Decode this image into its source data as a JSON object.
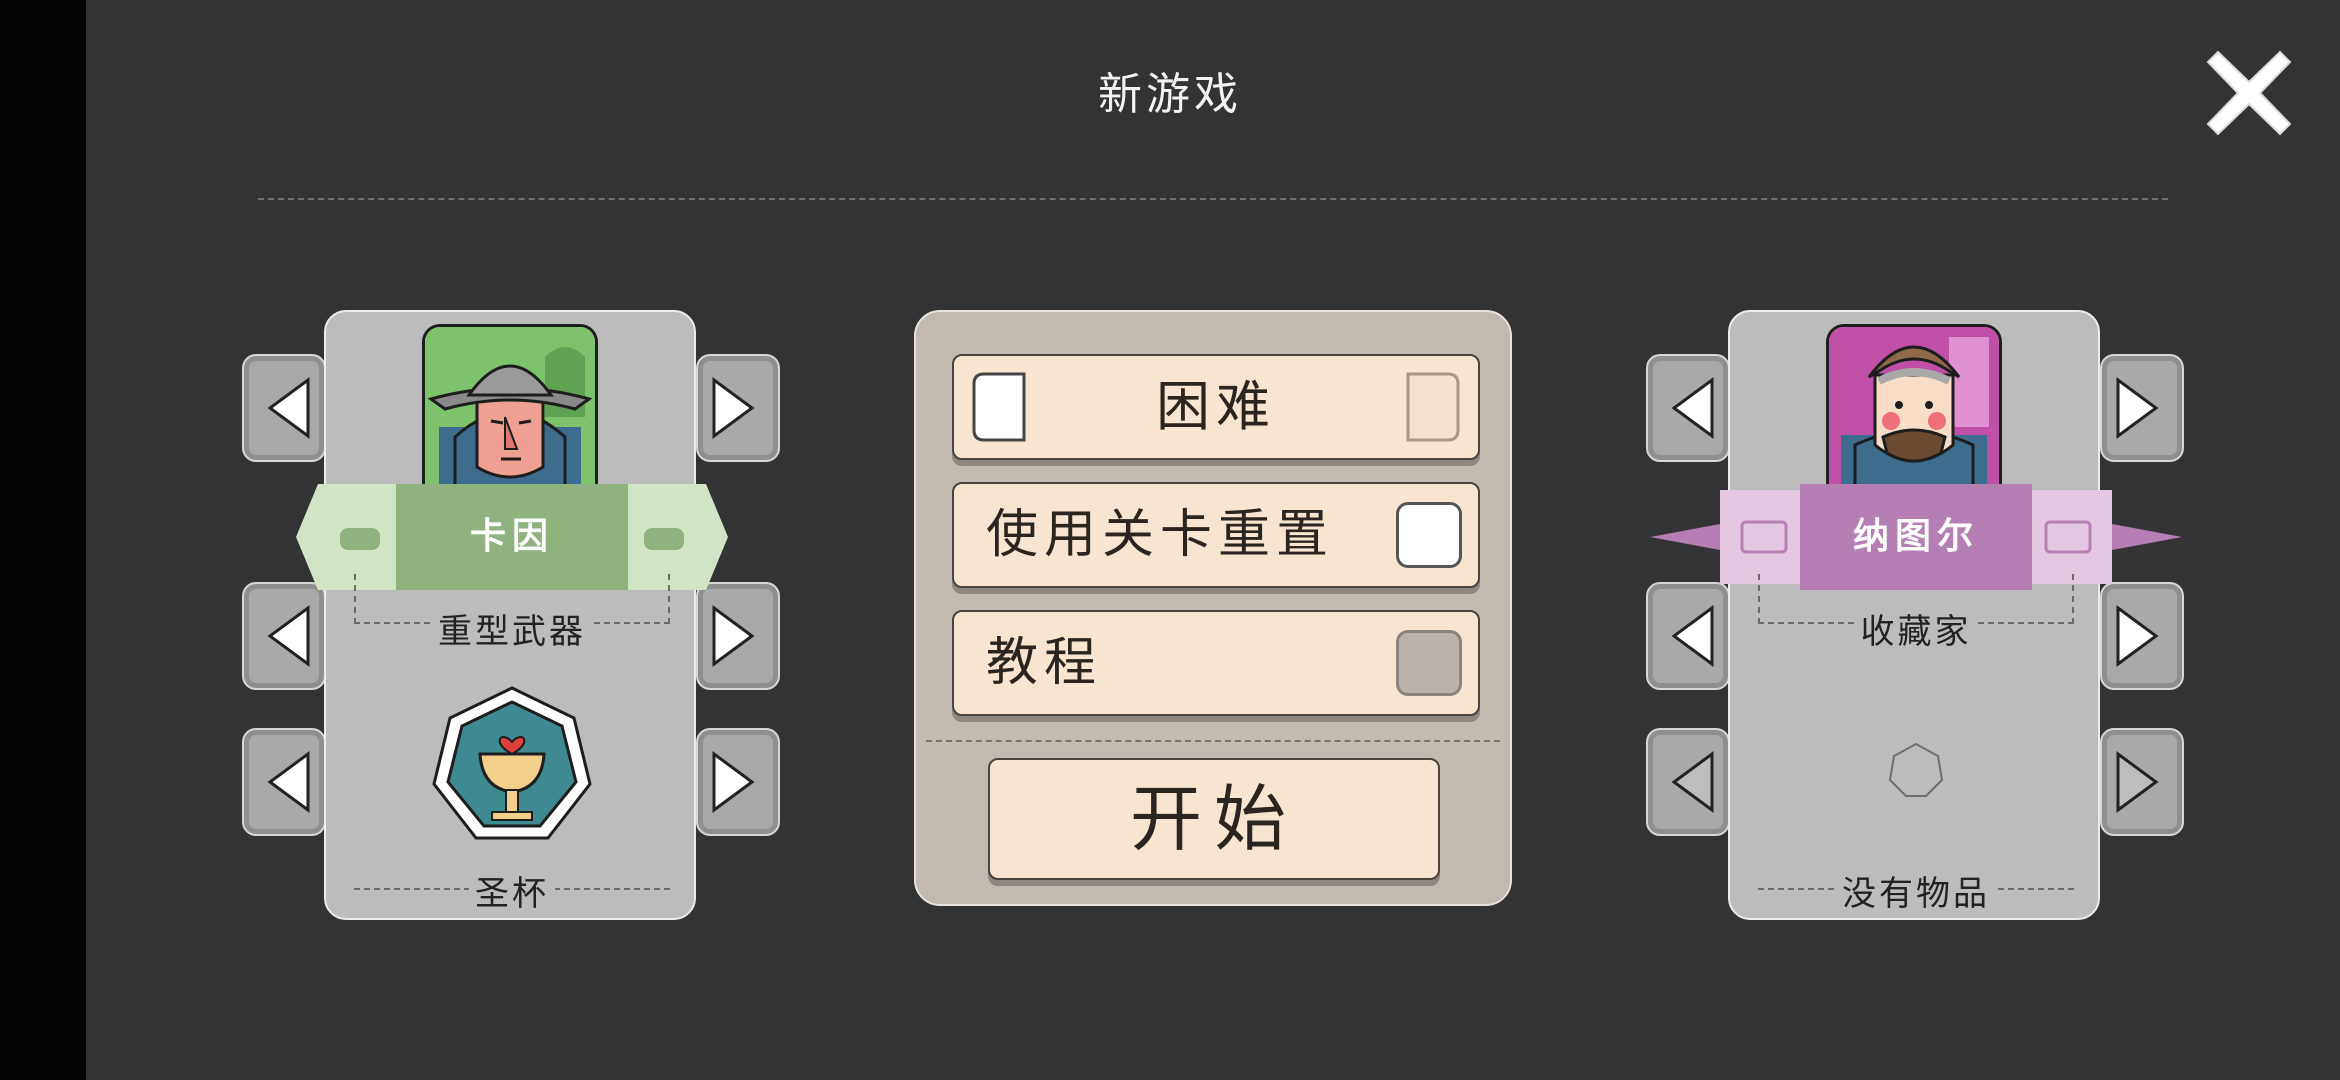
{
  "title": "新游戏",
  "left": {
    "hero_name": "卡因",
    "weapon": "重型武器",
    "relic": "圣杯",
    "banner_color": "#8fb27f",
    "banner_light": "#d2e4c6"
  },
  "center": {
    "difficulty": "困难",
    "level_reset_label": "使用关卡重置",
    "level_reset_checked": true,
    "tutorial_label": "教程",
    "tutorial_checked": false,
    "start_label": "开始"
  },
  "right": {
    "hero_name": "纳图尔",
    "weapon": "收藏家",
    "relic": "没有物品",
    "banner_color": "#b67fb3",
    "banner_light": "#e4c8e2"
  }
}
